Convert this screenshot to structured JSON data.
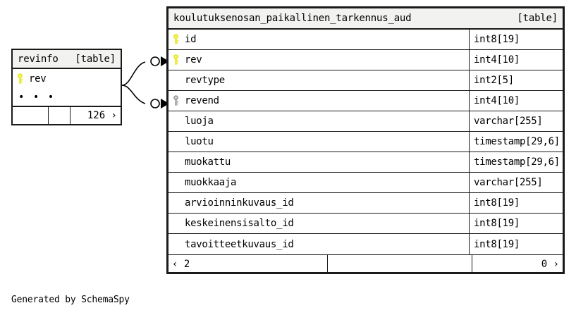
{
  "diagram": {
    "generator_credit": "Generated by SchemaSpy",
    "key_color_primary": "#e8e81a",
    "key_color_foreign": "#a0a0a0",
    "border_color": "#1a1a1a",
    "header_background": "#f2f2f0"
  },
  "main_table": {
    "name": "koulutuksenosan_paikallinen_tarkennus_aud",
    "tag": "[table]",
    "columns": [
      {
        "key": "primary",
        "name": "id",
        "type": "int8[19]"
      },
      {
        "key": "primary",
        "name": "rev",
        "type": "int4[10]"
      },
      {
        "key": "none",
        "name": "revtype",
        "type": "int2[5]"
      },
      {
        "key": "foreign",
        "name": "revend",
        "type": "int4[10]"
      },
      {
        "key": "none",
        "name": "luoja",
        "type": "varchar[255]"
      },
      {
        "key": "none",
        "name": "luotu",
        "type": "timestamp[29,6]"
      },
      {
        "key": "none",
        "name": "muokattu",
        "type": "timestamp[29,6]"
      },
      {
        "key": "none",
        "name": "muokkaaja",
        "type": "varchar[255]"
      },
      {
        "key": "none",
        "name": "arvioinninkuvaus_id",
        "type": "int8[19]"
      },
      {
        "key": "none",
        "name": "keskeinensisalto_id",
        "type": "int8[19]"
      },
      {
        "key": "none",
        "name": "tavoitteetkuvaus_id",
        "type": "int8[19]"
      }
    ],
    "footer": {
      "left": "‹ 2",
      "middle": "",
      "right": "0 ›"
    }
  },
  "revinfo_table": {
    "name": "revinfo",
    "tag": "[table]",
    "columns": [
      {
        "key": "primary",
        "name": "rev",
        "type": ""
      }
    ],
    "ellipsis_row": "• • •",
    "footer": {
      "left": "",
      "middle": "",
      "right": "126 ›"
    }
  }
}
